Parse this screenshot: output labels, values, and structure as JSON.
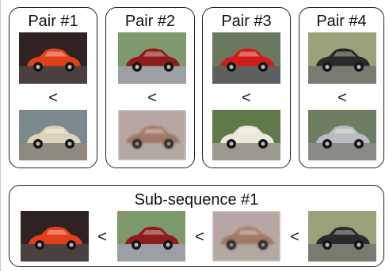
{
  "pairs": [
    {
      "title": "Pair #1",
      "less_than": "<",
      "top": {
        "subject": "red-roadster-car",
        "body": "#e2401a",
        "bg": "#2e2222",
        "ground": "#4a4040"
      },
      "bottom": {
        "subject": "cream-convertible-car",
        "body": "#ddd3b8",
        "bg": "#7c8a8e",
        "ground": "#8f8a80"
      }
    },
    {
      "title": "Pair #2",
      "less_than": "<",
      "top": {
        "subject": "red-mustang-car",
        "body": "#8e1c1c",
        "bg": "#7f9a6a",
        "ground": "#9aa0a4"
      },
      "bottom": {
        "subject": "blurred-station-wagon",
        "body": "#a07a66",
        "bg": "#b7a6a4",
        "ground": "#b3a9a3"
      }
    },
    {
      "title": "Pair #3",
      "less_than": "<",
      "top": {
        "subject": "red-hotrod-front",
        "body": "#d01c18",
        "bg": "#6a7860",
        "ground": "#5f5f5f"
      },
      "bottom": {
        "subject": "white-station-wagon",
        "body": "#ece8dc",
        "bg": "#5f7a48",
        "ground": "#9c9a90"
      }
    },
    {
      "title": "Pair #4",
      "less_than": "<",
      "top": {
        "subject": "black-sports-car-front",
        "body": "#2a2a2a",
        "bg": "#9aa27a",
        "ground": "#7a7a72"
      },
      "bottom": {
        "subject": "silver-sedan-rear",
        "body": "#b9bcc0",
        "bg": "#6f7e62",
        "ground": "#8a8a86"
      }
    }
  ],
  "subsequence": {
    "title": "Sub-sequence #1",
    "separators": [
      "<",
      "<",
      "<"
    ],
    "images": [
      {
        "subject": "red-roadster-car",
        "body": "#e2401a",
        "bg": "#2e2222",
        "ground": "#4a4040"
      },
      {
        "subject": "red-mustang-car",
        "body": "#8e1c1c",
        "bg": "#7f9a6a",
        "ground": "#9aa0a4"
      },
      {
        "subject": "blurred-station-wagon",
        "body": "#a07a66",
        "bg": "#b7a6a4",
        "ground": "#b3a9a3"
      },
      {
        "subject": "black-sports-car-front",
        "body": "#2a2a2a",
        "bg": "#9aa27a",
        "ground": "#7a7a72"
      }
    ]
  }
}
